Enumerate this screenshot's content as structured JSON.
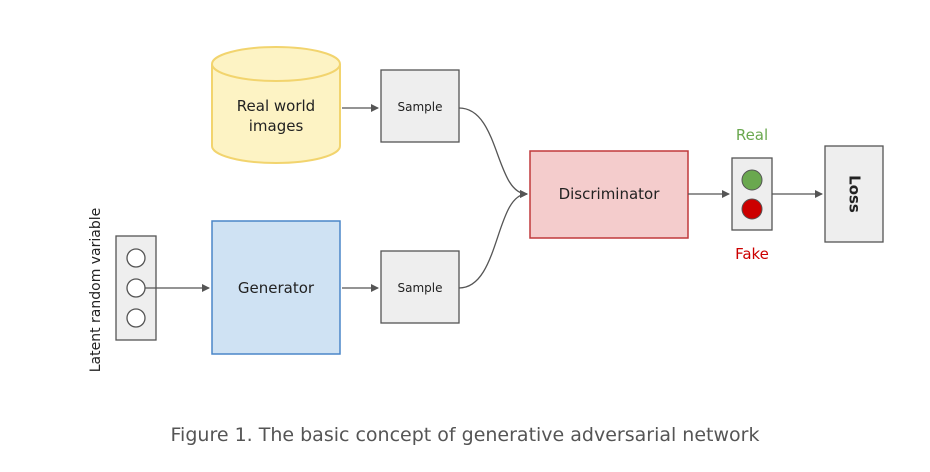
{
  "diagram": {
    "nodes": {
      "real_images": {
        "label_line1": "Real world",
        "label_line2": "images"
      },
      "sample_top": {
        "label": "Sample"
      },
      "sample_bottom": {
        "label": "Sample"
      },
      "generator": {
        "label": "Generator"
      },
      "discriminator": {
        "label": "Discriminator"
      },
      "loss": {
        "label": "Loss"
      },
      "latent": {
        "label": "Latent random variable"
      },
      "real_label": {
        "label": "Real"
      },
      "fake_label": {
        "label": "Fake"
      }
    },
    "colors": {
      "db_fill": "#fdf3c4",
      "db_stroke": "#f2d46e",
      "generator_fill": "#cfe2f3",
      "generator_stroke": "#4a86c8",
      "discriminator_fill": "#f4cccc",
      "discriminator_stroke": "#c0393b",
      "gray_box_fill": "#eeeeee",
      "gray_box_stroke": "#555555",
      "real_color": "#6aa84f",
      "fake_color": "#cc0000",
      "arrow": "#555555",
      "caption_color": "#555555"
    }
  },
  "caption": "Figure 1. The basic concept of generative adversarial network"
}
